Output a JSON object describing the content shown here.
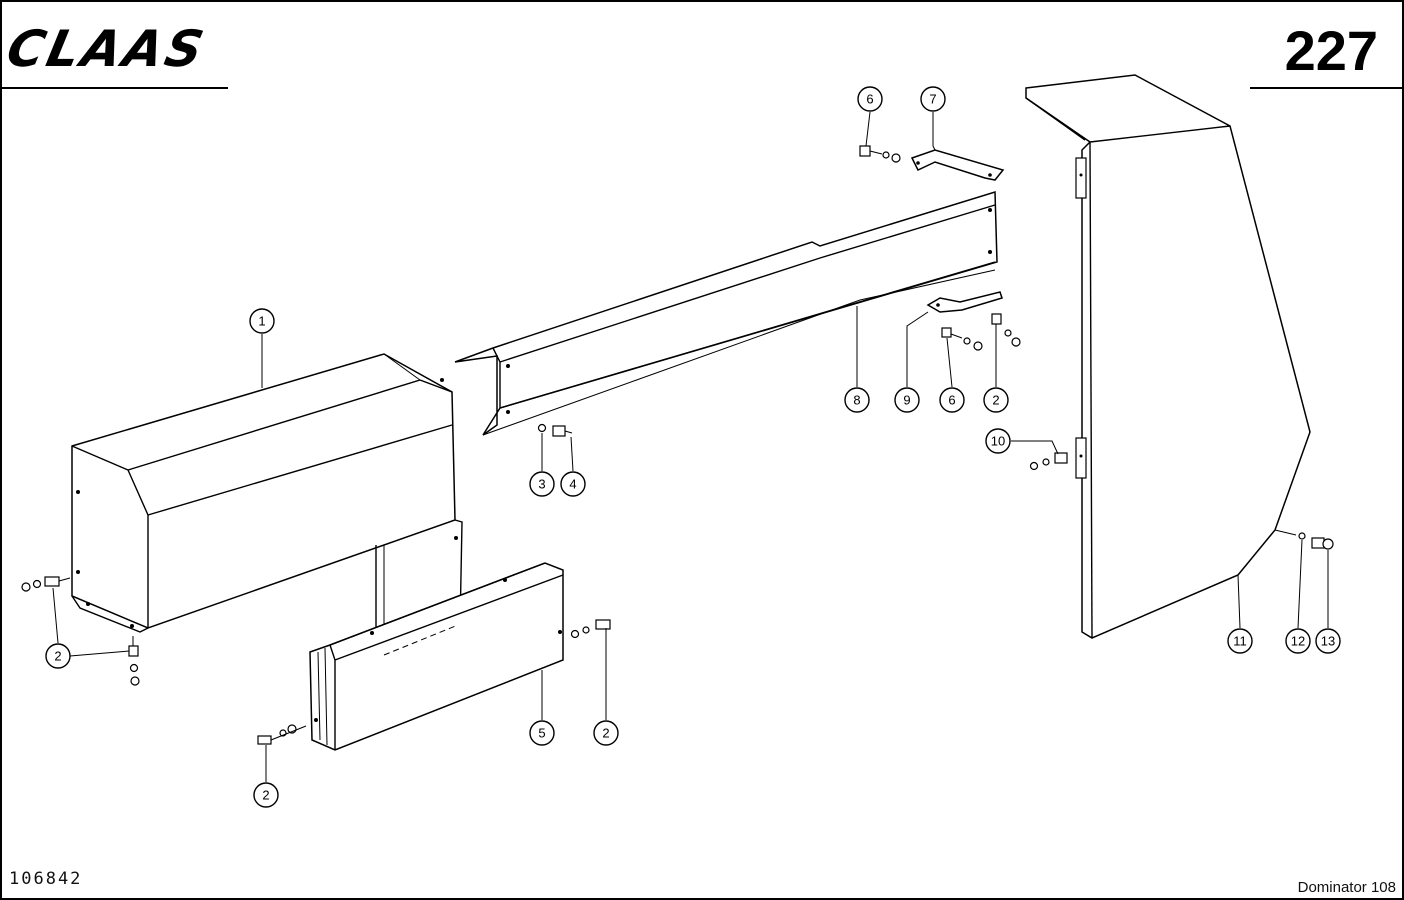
{
  "header": {
    "brand": "CLAAS",
    "page_number": "227"
  },
  "footer": {
    "drawing_number": "106842",
    "model": "Dominator 108"
  },
  "callouts": [
    {
      "id": "c1",
      "label": "1"
    },
    {
      "id": "c2a",
      "label": "2"
    },
    {
      "id": "c2b",
      "label": "2"
    },
    {
      "id": "c2c",
      "label": "2"
    },
    {
      "id": "c2d",
      "label": "2"
    },
    {
      "id": "c3",
      "label": "3"
    },
    {
      "id": "c4",
      "label": "4"
    },
    {
      "id": "c5",
      "label": "5"
    },
    {
      "id": "c6a",
      "label": "6"
    },
    {
      "id": "c6b",
      "label": "6"
    },
    {
      "id": "c7",
      "label": "7"
    },
    {
      "id": "c8",
      "label": "8"
    },
    {
      "id": "c9",
      "label": "9"
    },
    {
      "id": "c10",
      "label": "10"
    },
    {
      "id": "c11",
      "label": "11"
    },
    {
      "id": "c12",
      "label": "12"
    },
    {
      "id": "c13",
      "label": "13"
    }
  ]
}
